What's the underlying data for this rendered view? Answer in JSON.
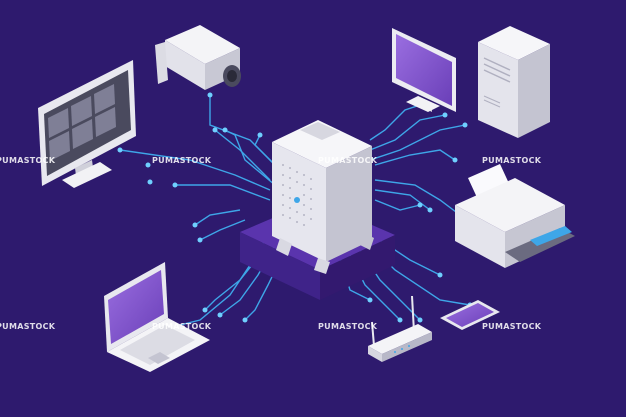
{
  "colors": {
    "background": "#2e1a6e",
    "circuit_line": "#3ea6e8",
    "circuit_node": "#6fd0ff",
    "platform_top": "#4b2a9a",
    "platform_side": "#3a1f80",
    "device_white": "#f2f2f5",
    "device_shadow": "#c9c9d2",
    "screen_purple": "#8a5fd0"
  },
  "watermark": {
    "text": "PUMASTOCK"
  },
  "devices": [
    {
      "id": "cctv-camera",
      "icon": "security-camera-icon"
    },
    {
      "id": "monitor-cctv",
      "icon": "surveillance-monitor-icon"
    },
    {
      "id": "desktop-monitor",
      "icon": "desktop-monitor-icon"
    },
    {
      "id": "tower-pc",
      "icon": "tower-computer-icon"
    },
    {
      "id": "central-server",
      "icon": "server-icon"
    },
    {
      "id": "printer",
      "icon": "printer-icon"
    },
    {
      "id": "laptop",
      "icon": "laptop-icon"
    },
    {
      "id": "router",
      "icon": "router-icon"
    },
    {
      "id": "smartphone",
      "icon": "smartphone-icon"
    }
  ]
}
